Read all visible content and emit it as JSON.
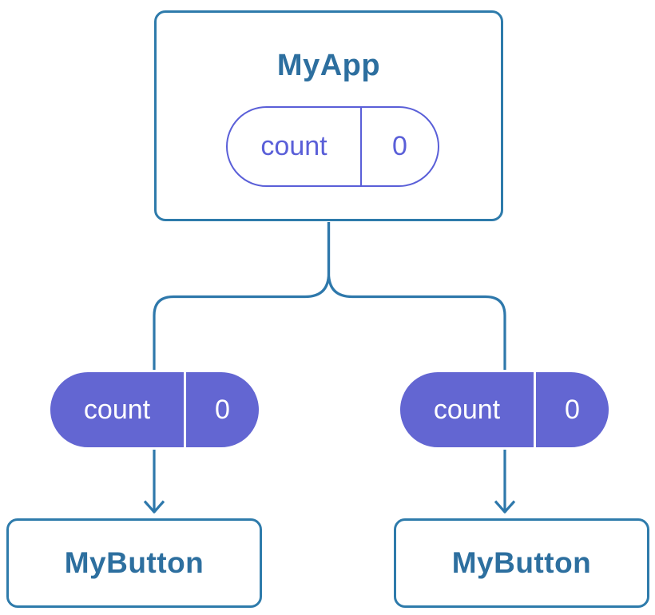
{
  "colors": {
    "line": "#2e78ab",
    "box_border": "#2e7bab",
    "blue_text": "#2d6f9f",
    "purple_fill": "#6366d2",
    "purple_stroke": "#5a5fd8",
    "card_bg": "#ffffff",
    "page_bg": "#ffffff"
  },
  "root_component": {
    "name": "MyApp",
    "state": {
      "key": "count",
      "value": "0"
    }
  },
  "props": {
    "left": {
      "key": "count",
      "value": "0"
    },
    "right": {
      "key": "count",
      "value": "0"
    }
  },
  "children": {
    "left": {
      "name": "MyButton"
    },
    "right": {
      "name": "MyButton"
    }
  }
}
